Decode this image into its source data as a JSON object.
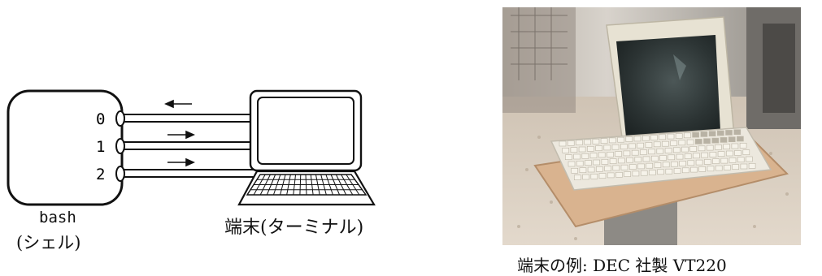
{
  "shell": {
    "name": "bash",
    "subtitle": "(シェル)",
    "fd_labels": [
      "0",
      "1",
      "2"
    ]
  },
  "terminal": {
    "label": "端末(ターミナル)"
  },
  "streams": [
    {
      "fd": "0",
      "direction": "left"
    },
    {
      "fd": "1",
      "direction": "right"
    },
    {
      "fd": "2",
      "direction": "right"
    }
  ],
  "photo": {
    "caption": "端末の例: DEC 社製 VT220"
  },
  "colors": {
    "ink": "#111111",
    "crt_body": "#e7e2d3",
    "crt_screen": "#2f3a3a",
    "desk": "#d9b38f",
    "floor": "#d9cdbf"
  }
}
